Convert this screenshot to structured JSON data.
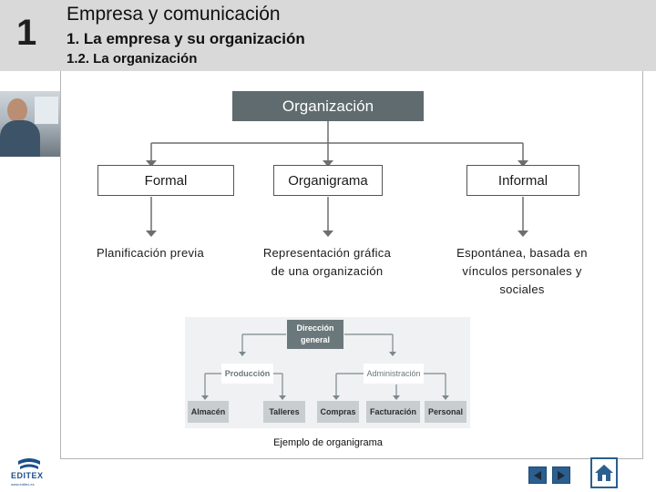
{
  "header": {
    "unit_number": "1",
    "title": "Empresa y comunicación",
    "subtitle": "1. La empresa y su organización",
    "section": "1.2.  La organización"
  },
  "diagram": {
    "root": "Organización",
    "branches": [
      {
        "label": "Formal",
        "description": "Planificación previa"
      },
      {
        "label": "Organigrama",
        "description_lines": [
          "Representación gráfica",
          "de una organización"
        ]
      },
      {
        "label": "Informal",
        "description_lines": [
          "Espontánea, basada en",
          "vínculos personales y",
          "sociales"
        ]
      }
    ]
  },
  "example": {
    "top_lines": [
      "Dirección",
      "general"
    ],
    "level2": [
      "Producción",
      "Administración"
    ],
    "level3": [
      "Almacén",
      "Talleres",
      "Compras",
      "Facturación",
      "Personal"
    ],
    "caption": "Ejemplo de organigrama"
  },
  "logo": {
    "name": "EDITEX",
    "url": "www.editex.es"
  },
  "icons": {
    "prev": "prev-arrow-icon",
    "next": "next-arrow-icon",
    "home": "home-icon"
  },
  "colors": {
    "header_bg": "#d9d9d9",
    "root_box": "#5f6b6e",
    "nav_blue": "#2b5f8f"
  }
}
